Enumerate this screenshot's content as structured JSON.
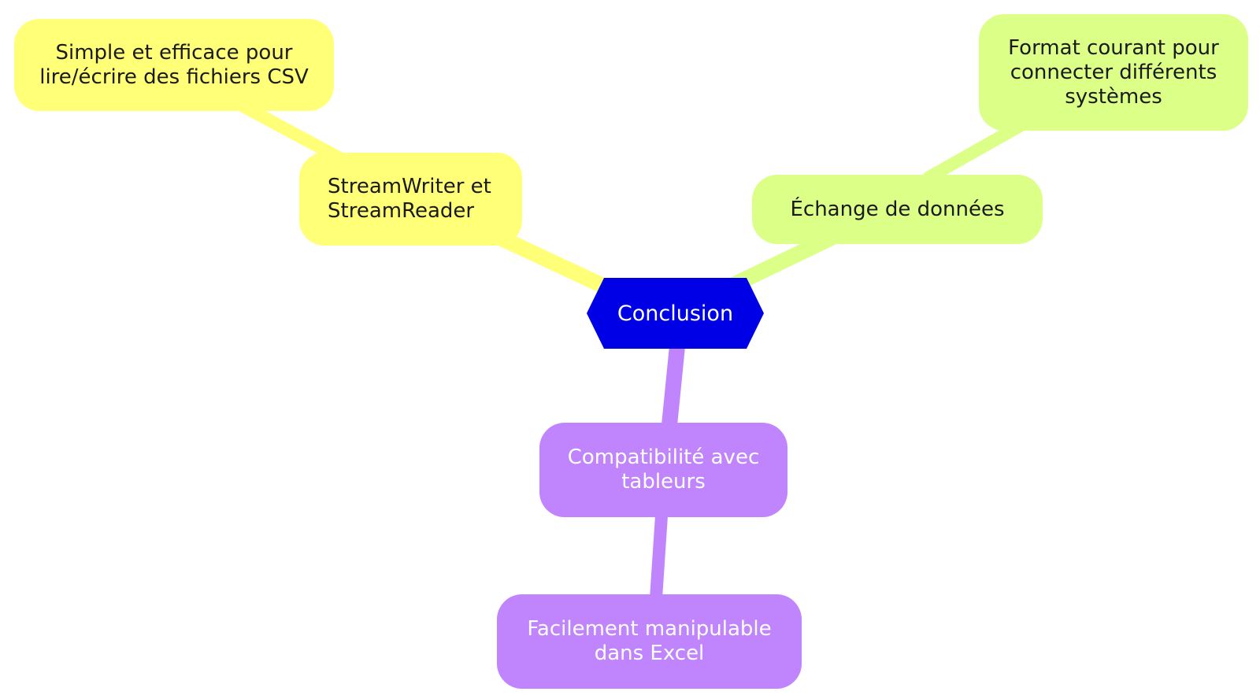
{
  "colors": {
    "root": "#0000e6",
    "yellow": "#ffff78",
    "green": "#dcff87",
    "purple": "#c084fc"
  },
  "root": {
    "label": "Conclusion"
  },
  "branches": {
    "streamwriter": {
      "label": "StreamWriter et\nStreamReader"
    },
    "simple": {
      "label": "Simple et efficace pour\nlire/écrire des fichiers CSV"
    },
    "echange": {
      "label": "Échange de données"
    },
    "format": {
      "label": "Format courant pour\nconnecter différents\nsystèmes"
    },
    "compat": {
      "label": "Compatibilité avec\ntableurs"
    },
    "excel": {
      "label": "Facilement manipulable\ndans Excel"
    }
  }
}
